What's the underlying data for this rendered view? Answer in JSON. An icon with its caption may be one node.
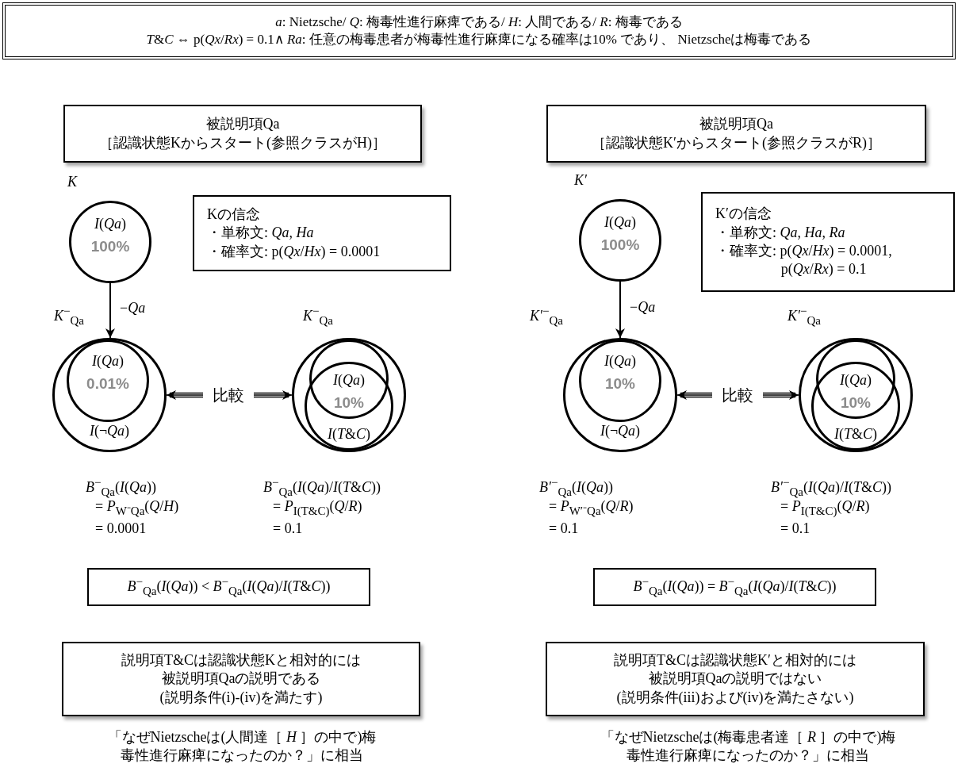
{
  "diagram": {
    "nodes": [
      {
        "text": [
          "*a*: Nietzsche/ *Q*: 梅毒性進行麻痺である/ *H*: 人間である/ *R*: 梅毒である",
          "*T*&*C* ⇔ p(*Qx*/*Rx*) = 0.1∧ *Ra*: 任意の梅毒患者が梅毒性進行麻痺になる確率は10% であり、 Nietzscheは梅毒である"
        ]
      },
      {
        "text": [
          "被説明項Qa",
          "［認識状態Kからスタート(参照クラスがH)］"
        ]
      },
      {
        "text": [
          "*I*(*Qa*)",
          "100%"
        ],
        "beside": [
          "*K*"
        ]
      },
      {
        "text": [
          "Kの信念",
          "・単称文: *Qa*, *Ha*",
          "・確率文: p(*Qx*/*Hx*) = 0.0001"
        ]
      },
      {
        "text": [
          "*I*(¬*Qa*)"
        ],
        "beside": [
          "*K*$^{−}$$_{Qa}$"
        ]
      },
      {
        "text": [
          "*I*(*Qa*)",
          "0.01%"
        ],
        "in": 4
      },
      {
        "text": [
          "比較"
        ]
      },
      {
        "text": [],
        "shape": "circle",
        "beside": [
          "*K*$^{−}$$_{Qa}$"
        ]
      },
      {
        "text": [
          "*I*(*Qa*)",
          "10%"
        ],
        "in": 7
      },
      {
        "text": [
          "*I*(*T*&*C*)"
        ],
        "in": 7
      },
      {
        "text": [
          "*B*$^{−}$$_{Qa}$(*I*(*Qa*)) < *B*$^{−}$$_{Qa}$(*I*(*Qa*)/*I*(*T*&*C*))"
        ]
      },
      {
        "text": [
          "説明項T&Cは認識状態Kと相対的には",
          "被説明項Qaの説明である",
          "(説明条件(i)-(iv)を満たす)"
        ]
      },
      {
        "text": [
          "被説明項Qa",
          "［認識状態K′からスタート(参照クラスがR)］"
        ]
      },
      {
        "text": [
          "*I*(*Qa*)",
          "100%"
        ],
        "beside": [
          "*K′*"
        ]
      },
      {
        "text": [
          "K′の信念",
          "・単称文: *Qa*, *Ha*, *Ra*",
          "・確率文: p(*Qx*/*Hx*) = 0.0001, p(*Qx*/*Rx*) = 0.1"
        ]
      },
      {
        "text": [
          "*I*(¬*Qa*)"
        ],
        "beside": [
          "*K′*$^{−}$$_{Qa}$"
        ]
      },
      {
        "text": [
          "*I*(*Qa*)",
          "10%"
        ],
        "in": 15
      },
      {
        "text": [
          "比較"
        ]
      },
      {
        "text": [],
        "shape": "circle",
        "beside": [
          "*K′*$^{−}$$_{Qa}$"
        ]
      },
      {
        "text": [
          "*I*(*Qa*)",
          "10%"
        ],
        "in": 18
      },
      {
        "text": [
          "*I*(*T*&*C*)"
        ],
        "in": 18
      },
      {
        "text": [
          "*B*$^{−}$$_{Qa}$(*I*(*Qa*)) = *B*$^{−}$$_{Qa}$(*I*(*Qa*)/*I*(*T*&*C*))"
        ]
      },
      {
        "text": [
          "説明項T&Cは認識状態K′と相対的には",
          "被説明項Qaの説明ではない",
          "(説明条件(iii)および(iv)を満たさない)"
        ]
      }
    ],
    "edges": [
      {
        "from": 2,
        "to": 4,
        "arrow": "to",
        "label": "−*Qa*"
      },
      {
        "from": 6,
        "to": 4,
        "arrow": "to"
      },
      {
        "from": 6,
        "to": 7,
        "arrow": "to"
      },
      {
        "from": 13,
        "to": 15,
        "arrow": "to",
        "label": "−*Qa*"
      },
      {
        "from": 17,
        "to": 15,
        "arrow": "to"
      },
      {
        "from": 17,
        "to": 18,
        "arrow": "to"
      }
    ],
    "labels": [
      "*B*$^{−}$$_{Qa}$(*I*(*Qa*))",
      "= *P*$_{W⁻Qa}$(*Q*/*H*)",
      "= 0.0001",
      "*B*$^{−}$$_{Qa}$(*I*(*Qa*)/*I*(*T*&*C*))",
      "= *P*$_{I(T&C)}$(*Q*/*R*)",
      "= 0.1",
      "*B′*$^{−}$$_{Qa}$(*I*(*Qa*))",
      "= *P*$_{W′⁻Qa}$(*Q*/*R*)",
      "= 0.1",
      "*B′*$^{−}$$_{Qa}$(*I*(*Qa*)/*I*(*T*&*C*))",
      "= *P*$_{I(T&C)}$(*Q*/*R*)",
      "= 0.1",
      "「なぜNietzscheは(人間達［ *H* ］の中で)梅毒性進行麻痺になったのか？」に相当",
      "「なぜNietzscheは(梅毒患者達［ *R* ］の中で)梅毒性進行麻痺になったのか？」に相当"
    ]
  }
}
